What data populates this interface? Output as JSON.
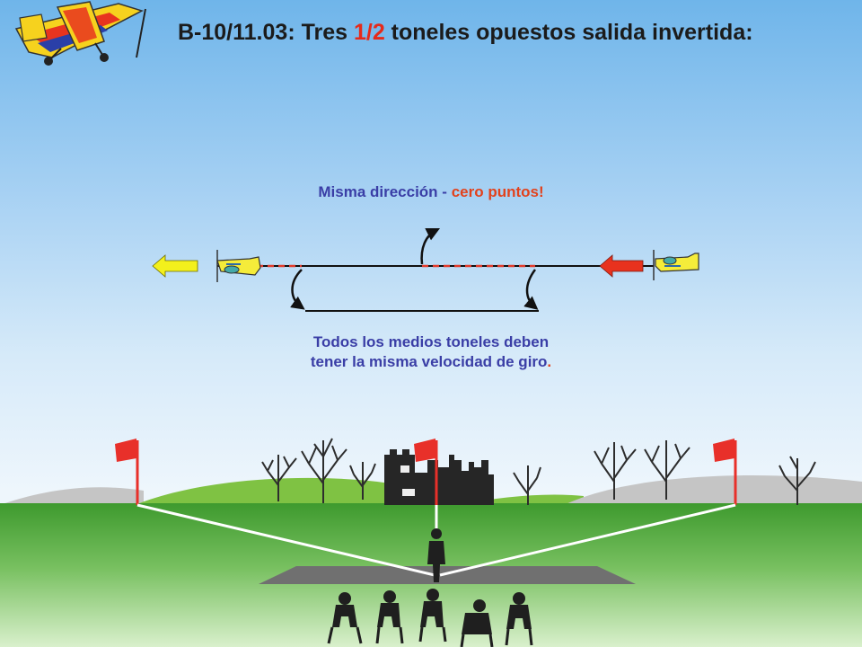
{
  "title": {
    "prefix": "B-10/11.03: Tres ",
    "fraction": "1/2",
    "suffix": " toneles opuestos salida invertida:"
  },
  "notes": {
    "direction_main": "Misma dirección - ",
    "direction_penalty": "cero puntos!",
    "roll_rate_line1": "Todos los medios toneles deben",
    "roll_rate_line2": "tener la misma velocidad de giro",
    "roll_rate_period": "."
  },
  "colors": {
    "title_highlight": "#e62a1a",
    "note_blue": "#3a3ea6",
    "note_red": "#e2421c",
    "entry_arrow": "#e8321e",
    "exit_arrow": "#f3f01c",
    "dashed_segment": "#e33a2a",
    "aircraft_body": "#f5ec3a",
    "flag": "#e8302a",
    "grass": "#3f9a31"
  },
  "icons": {
    "logo": "aerobatic-plane-icon",
    "entry_arrow": "red-arrow-left-icon",
    "exit_arrow": "yellow-arrow-left-icon",
    "aircraft": "aircraft-side-view-icon",
    "roll": "curved-roll-arrow-icon",
    "flag": "judging-flag-icon",
    "tree": "bare-tree-icon",
    "castle": "castle-ruin-icon",
    "pilot": "pilot-silhouette-icon",
    "judges": "seated-judge-icon"
  }
}
